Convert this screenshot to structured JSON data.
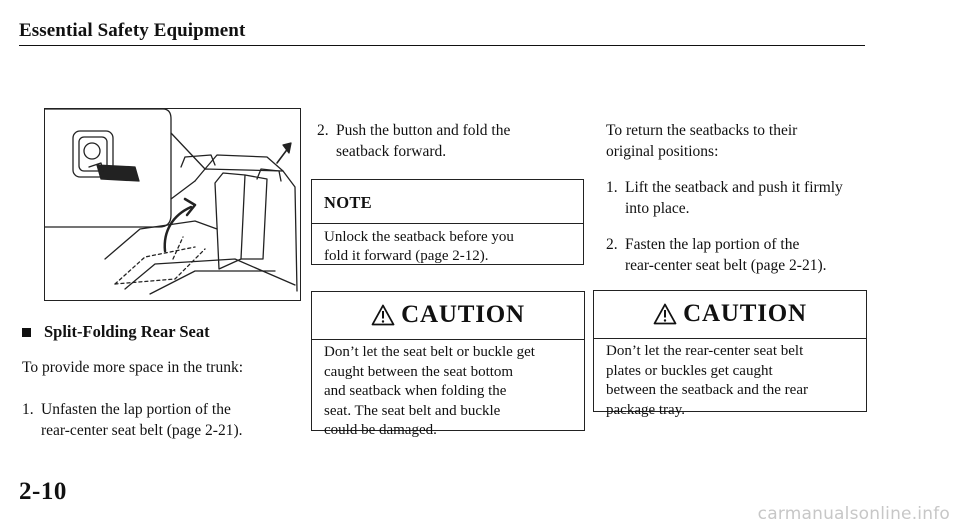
{
  "header": {
    "title": "Essential Safety Equipment"
  },
  "left": {
    "heading": "Split-Folding Rear Seat",
    "intro": "To provide more space in the trunk:",
    "step1": {
      "num": "1.",
      "line1": "Unfasten the lap portion of the",
      "line2": "rear-center seat belt (page 2-21)."
    }
  },
  "middle": {
    "step2": {
      "num": "2.",
      "line1": "Push the button and fold the",
      "line2": "seatback forward."
    },
    "note": {
      "title": "NOTE",
      "line1": "Unlock the seatback before you",
      "line2": "fold it forward (page 2-12)."
    },
    "caution": {
      "title": "CAUTION",
      "lines": [
        "Don’t let the seat belt or buckle get",
        "caught between the seat bottom",
        "and seatback when folding the",
        "seat. The seat belt and buckle",
        "could be damaged."
      ]
    }
  },
  "right": {
    "intro_line1": "To return the seatbacks to their",
    "intro_line2": "original positions:",
    "step1": {
      "num": "1.",
      "line1": "Lift the seatback and push it firmly",
      "line2": "into place."
    },
    "step2": {
      "num": "2.",
      "line1": "Fasten the lap portion of the",
      "line2": "rear-center seat belt (page 2-21)."
    },
    "caution": {
      "title": "CAUTION",
      "lines": [
        "Don’t let the rear-center seat belt",
        "plates or buckles get caught",
        "between the seatback and the rear",
        "package tray."
      ]
    }
  },
  "footer": {
    "page_number": "2-10"
  },
  "watermark": "carmanualsonline.info"
}
